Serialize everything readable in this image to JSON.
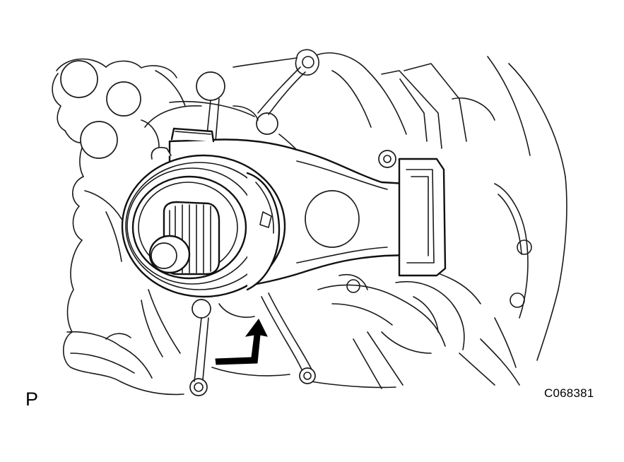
{
  "figure": {
    "view_marker": "P",
    "figure_code": "C068381"
  },
  "parts": {
    "housing": "transmission-housing",
    "bearing": "release-bearing",
    "fork": "release-fork",
    "shaft": "input-shaft",
    "arrow": "direction-arrow"
  }
}
